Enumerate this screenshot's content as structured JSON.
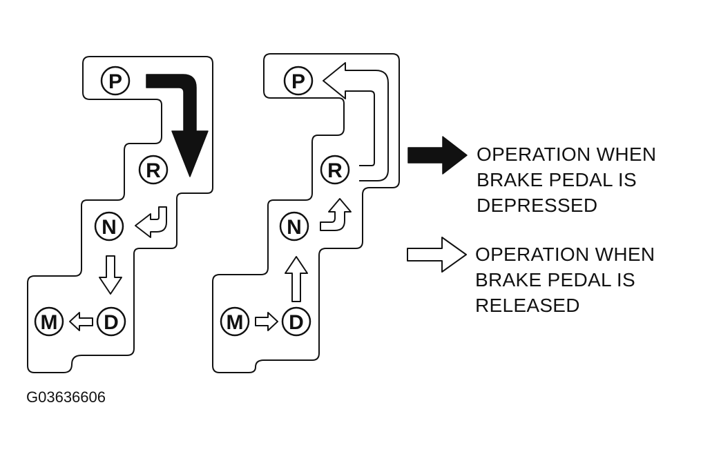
{
  "colors": {
    "ink": "#111111",
    "paper": "#ffffff"
  },
  "gates": [
    {
      "name": "gate-brake-depressed",
      "positions": [
        "P",
        "R",
        "N",
        "D",
        "M"
      ]
    },
    {
      "name": "gate-brake-released",
      "positions": [
        "P",
        "R",
        "N",
        "D",
        "M"
      ]
    }
  ],
  "legend": {
    "depressed": {
      "icon": "solid-arrow-icon",
      "lines": [
        "OPERATION WHEN",
        "BRAKE PEDAL IS",
        "DEPRESSED"
      ]
    },
    "released": {
      "icon": "hollow-arrow-icon",
      "lines": [
        "OPERATION WHEN",
        "BRAKE PEDAL IS",
        "RELEASED"
      ]
    }
  },
  "figure_id": "G03636606"
}
